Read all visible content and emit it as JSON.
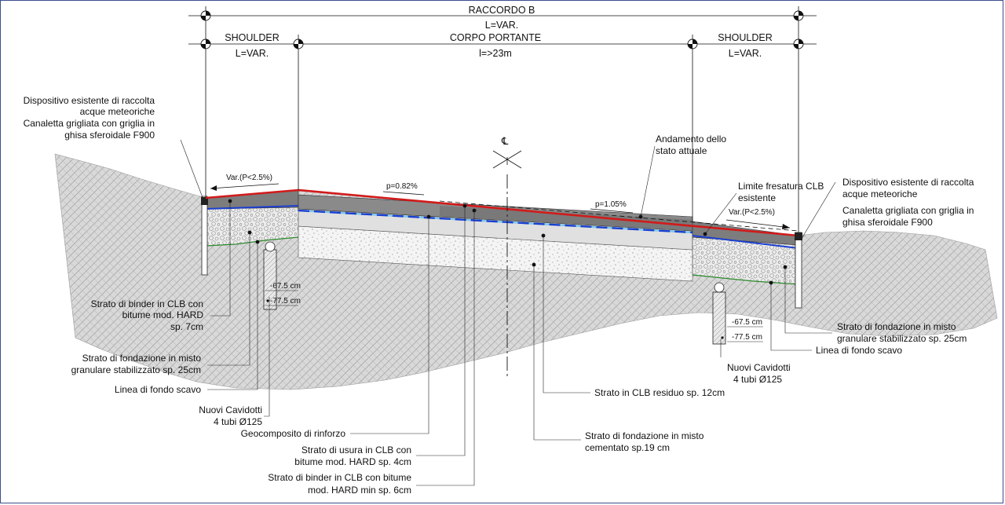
{
  "header": {
    "raccordo": "RACCORDO B",
    "l_var": "L=VAR.",
    "corpo_portante": "CORPO PORTANTE",
    "corpo_width": "l=>23m",
    "shoulder_left": "SHOULDER",
    "shoulder_left_width": "L=VAR.",
    "shoulder_right": "SHOULDER",
    "shoulder_right_width": "L=VAR."
  },
  "centerline_symbol": "℄",
  "slopes": {
    "left_shoulder": "Var.(P<2.5%)",
    "left_carriageway": "p=0.82%",
    "right_carriageway": "p=1.05%",
    "right_shoulder": "Var.(P<2.5%)"
  },
  "depths": {
    "left_top": "-67.5 cm",
    "left_bottom": "-77.5 cm",
    "right_top": "-67.5 cm",
    "right_bottom": "-77.5 cm"
  },
  "labels": {
    "drain_left": [
      "Dispositivo esistente di raccolta",
      "acque meteoriche",
      "Canaletta grigliata con griglia in",
      "ghisa sferoidale F900"
    ],
    "drain_right": [
      "Dispositivo esistente di raccolta",
      "acque meteoriche",
      "Canaletta grigliata con griglia in",
      "ghisa sferoidale F900"
    ],
    "existing_profile": [
      "Andamento dello",
      "stato attuale"
    ],
    "milling_limit": [
      "Limite fresatura CLB",
      "esistente"
    ],
    "binder_left": [
      "Strato di binder in CLB con",
      "bitume mod. HARD",
      "sp. 7cm"
    ],
    "foundation_left": [
      "Strato di fondazione in misto",
      "granulare stabilizzato sp. 25cm"
    ],
    "excavation_left": [
      "Linea di fondo scavo"
    ],
    "ducts_left": [
      "Nuovi Cavidotti",
      "4 tubi Ø125"
    ],
    "geocomposite": [
      "Geocomposito di rinforzo"
    ],
    "wearing": [
      "Strato di usura in CLB con",
      "bitume mod. HARD sp. 4cm"
    ],
    "binder_center": [
      "Strato di binder in CLB con bitume",
      "mod. HARD min sp. 6cm"
    ],
    "residual": [
      "Strato in CLB residuo sp. 12cm"
    ],
    "cement_base": [
      "Strato di fondazione in misto",
      "cementato sp.19 cm"
    ],
    "foundation_right": [
      "Strato di fondazione in misto",
      "granulare stabilizzato sp. 25cm"
    ],
    "excavation_right": [
      "Linea di fondo scavo"
    ],
    "ducts_right": [
      "Nuovi Cavidotti",
      "4 tubi Ø125"
    ]
  },
  "colors": {
    "border": "#3a4f8c",
    "wearing_course": "#d21a1a",
    "geocomposite": "#1c3fcf",
    "geocomposite_light": "#7fc8ea",
    "excavation_line": "#2e8b2e",
    "soil_hatch": "#b5b5b5"
  }
}
